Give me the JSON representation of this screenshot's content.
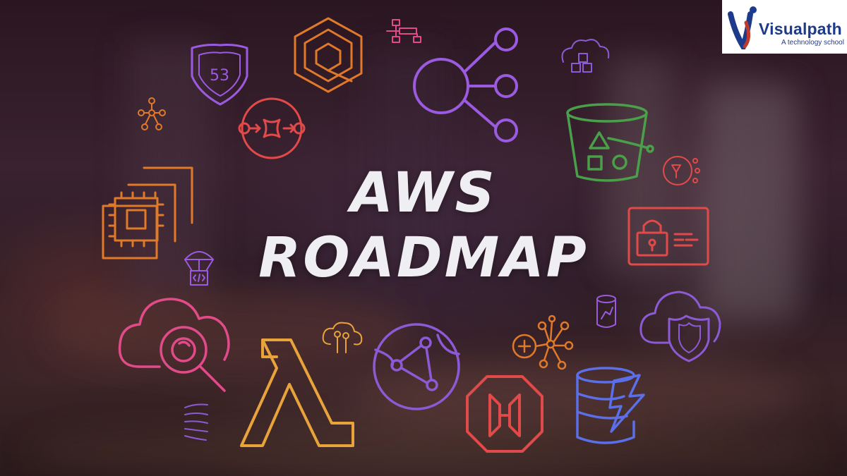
{
  "banner": {
    "title_line1": "AWS",
    "title_line2": "ROADMAP"
  },
  "logo": {
    "brand": "Visualpath",
    "tagline": "A technology school"
  },
  "route53_badge": "53",
  "colors": {
    "orange": "#e07a2a",
    "purple": "#9b5be0",
    "violet": "#8d5ad6",
    "pink": "#e14b8a",
    "green": "#4aa04a",
    "red": "#e24a4a",
    "blue": "#5a6fe8",
    "logo_blue": "#1e3a8a"
  },
  "icons": [
    "route53-icon",
    "ecs-icon",
    "step-functions-icon",
    "sns-icon",
    "vpc-icon",
    "eventbridge-icon",
    "network-icon",
    "s3-bucket-icon",
    "iot-icon",
    "ec2-icon",
    "iam-identity-icon",
    "cloudformation-icon",
    "timestream-icon",
    "cloudwatch-icon",
    "lambda-icon",
    "cloud-tree-icon",
    "cloudfront-icon",
    "appsync-icon",
    "cloud-shield-icon",
    "kinesis-icon",
    "waf-icon",
    "dynamodb-icon"
  ]
}
